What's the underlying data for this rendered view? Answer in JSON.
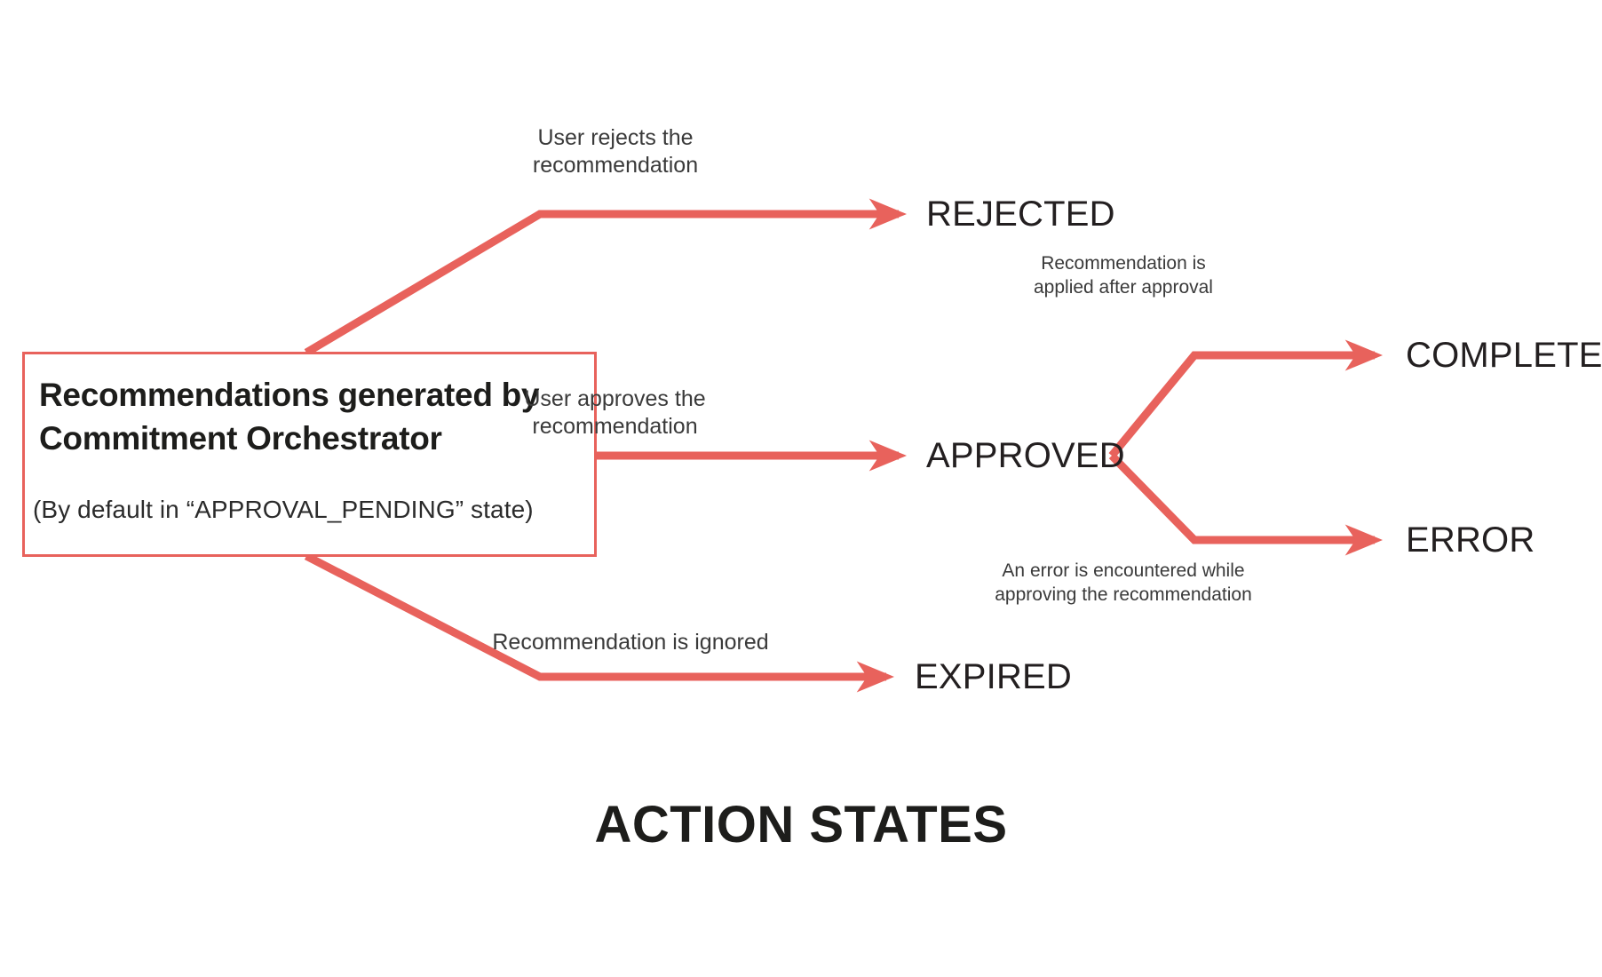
{
  "diagram": {
    "title": "ACTION STATES",
    "accent_color": "#e8625c",
    "text_color": "#231f20",
    "background_color": "#ffffff",
    "type": "state-flow-diagram",
    "source_node": {
      "title": "Recommendations generated by Commitment Orchestrator",
      "subtitle": "(By default in “APPROVAL_PENDING” state)",
      "border_color": "#e8625c"
    },
    "states": [
      {
        "id": "rejected",
        "label": "REJECTED"
      },
      {
        "id": "approved",
        "label": "APPROVED"
      },
      {
        "id": "expired",
        "label": "EXPIRED"
      },
      {
        "id": "completed",
        "label": "COMPLETED"
      },
      {
        "id": "error",
        "label": "ERROR"
      }
    ],
    "transitions": [
      {
        "id": "to-rejected",
        "from": "source",
        "to": "rejected",
        "caption": "User rejects the\nrecommendation"
      },
      {
        "id": "to-approved",
        "from": "source",
        "to": "approved",
        "caption": "User approves the\nrecommendation"
      },
      {
        "id": "to-expired",
        "from": "source",
        "to": "expired",
        "caption": "Recommendation is ignored"
      },
      {
        "id": "to-completed",
        "from": "approved",
        "to": "completed",
        "caption": "Recommendation is\napplied after approval"
      },
      {
        "id": "to-error",
        "from": "approved",
        "to": "error",
        "caption": "An error is encountered while\napproving the recommendation"
      }
    ]
  }
}
